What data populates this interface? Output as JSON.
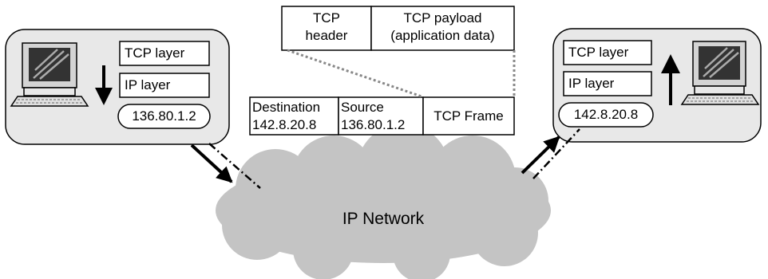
{
  "diagram": {
    "sender": {
      "tcp_layer": "TCP layer",
      "ip_layer": "IP layer",
      "address": "136.80.1.2"
    },
    "receiver": {
      "tcp_layer": "TCP layer",
      "ip_layer": "IP layer",
      "address": "142.8.20.8"
    },
    "tcp_segment": {
      "header_line1": "TCP",
      "header_line2": "header",
      "payload_line1": "TCP payload",
      "payload_line2": "(application data)"
    },
    "ip_frame": {
      "destination_label": "Destination",
      "destination_value": "142.8.20.8",
      "source_label": "Source",
      "source_value": "136.80.1.2",
      "frame_label": "TCP Frame"
    },
    "network_label": "IP Network",
    "colors": {
      "host_panel_fill": "#e8e8e8",
      "cloud_fill": "#c4c4c4",
      "stroke": "#000000",
      "monitor_dark": "#333333"
    }
  }
}
